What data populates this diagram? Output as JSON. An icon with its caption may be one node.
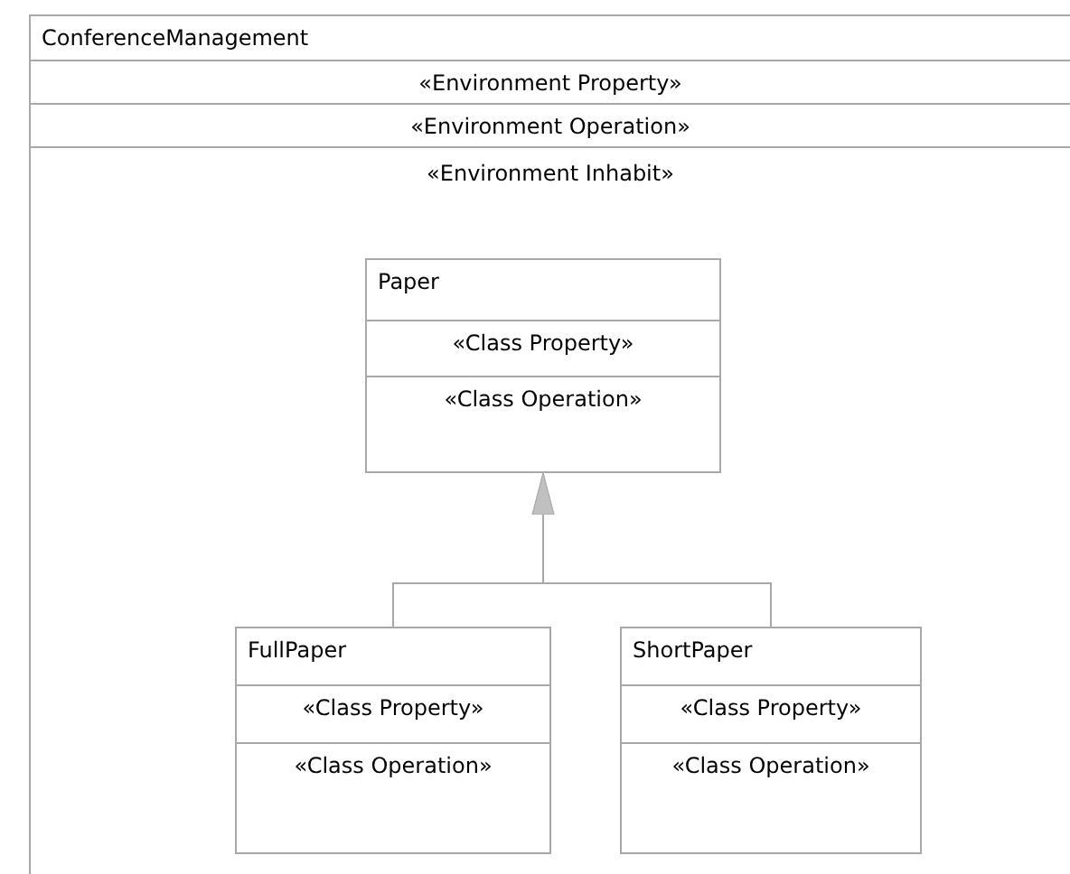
{
  "diagram": {
    "nodes": [
      {
        "text": [
          "ConferenceManagement",
          "«Environment Property»",
          "«Environment Operation»",
          "«Environment Inhabit»"
        ]
      },
      {
        "text": [
          "Paper",
          "«Class Property»",
          "«Class Operation»"
        ],
        "in": 0
      },
      {
        "text": [
          "FullPaper",
          "«Class Property»",
          "«Class Operation»"
        ],
        "in": 0
      },
      {
        "text": [
          "ShortPaper",
          "«Class Property»",
          "«Class Operation»"
        ],
        "in": 0
      }
    ],
    "edges": [
      {
        "from": 2,
        "to": 1,
        "arrow": "to"
      },
      {
        "from": 3,
        "to": 1,
        "arrow": "to"
      }
    ]
  }
}
